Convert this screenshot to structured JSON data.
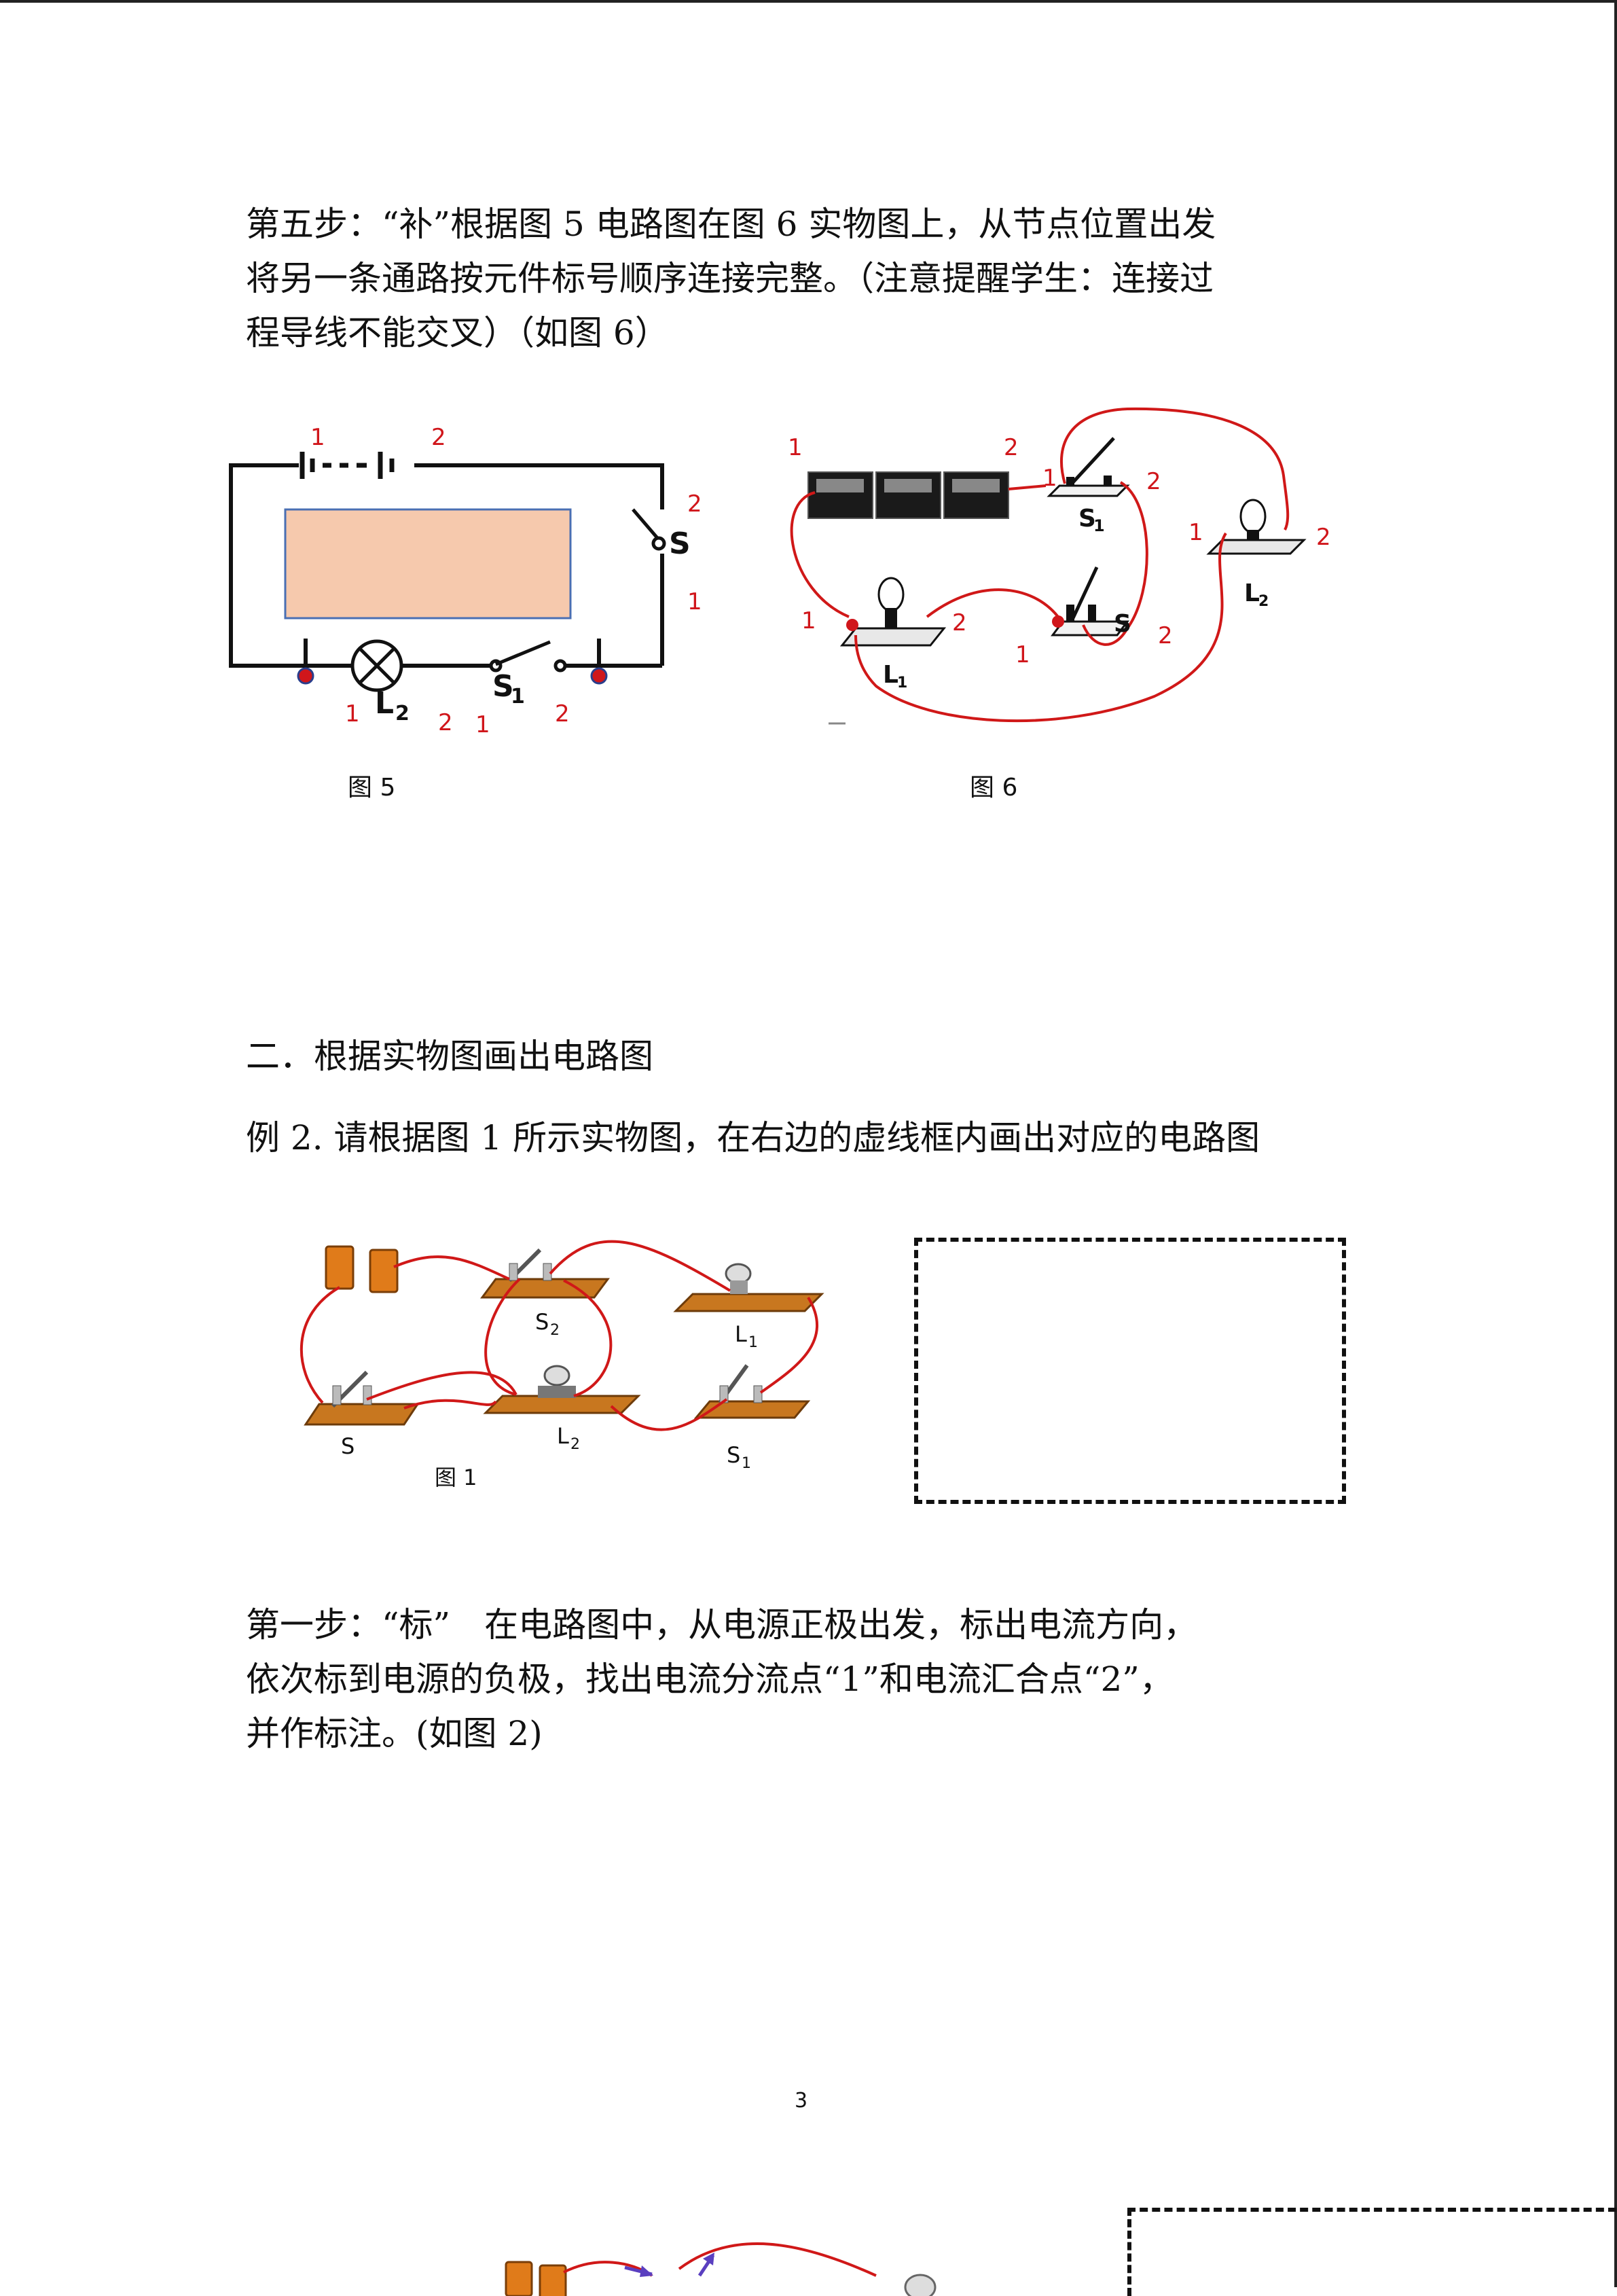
{
  "page": {
    "para1": [
      "第五步：“补”根据图 5 电路图在图 6 实物图上，从节点位置出发",
      "将另一条通路按元件标号顺序连接完整。（注意提醒学生：连接过",
      "程导线不能交叉）（如图 6）"
    ],
    "section_title": "二．根据实物图画出电路图",
    "example": "例 2. 请根据图 1 所示实物图，在右边的虚线框内画出对应的电路图",
    "para2": [
      "第一步：“标”　在电路图中，从电源正极出发，标出电流方向，",
      "依次标到电源的负极，找出电流分流点“1”和电流汇合点“2”，",
      "并作标注。(如图 2)"
    ],
    "page_number": "3"
  },
  "figures": {
    "fig5": {
      "caption": "图 5",
      "component_labels": [
        "S",
        "L",
        "2",
        "S",
        "1"
      ],
      "node_labels": [
        "1",
        "2",
        "2",
        "1",
        "1",
        "2",
        "1",
        "2"
      ]
    },
    "fig6": {
      "caption": "图 6",
      "component_labels": [
        "S",
        "1",
        "L",
        "2",
        "S",
        "L",
        "1"
      ],
      "node_labels": [
        "1",
        "2",
        "1",
        "2",
        "1",
        "2",
        "1",
        "2",
        "1",
        "2"
      ]
    },
    "fig1": {
      "caption": "图 1",
      "component_labels": [
        "S",
        "2",
        "L",
        "1",
        "S",
        "L",
        "2",
        "S",
        "1"
      ]
    }
  },
  "colors": {
    "label_red": "#d0161b",
    "wire_red": "#d01818",
    "fill_peach": "#f6c9ad",
    "box_blue": "#4a6fb3",
    "wood": "#c8771f",
    "arrow_purple": "#5a3fc0"
  }
}
